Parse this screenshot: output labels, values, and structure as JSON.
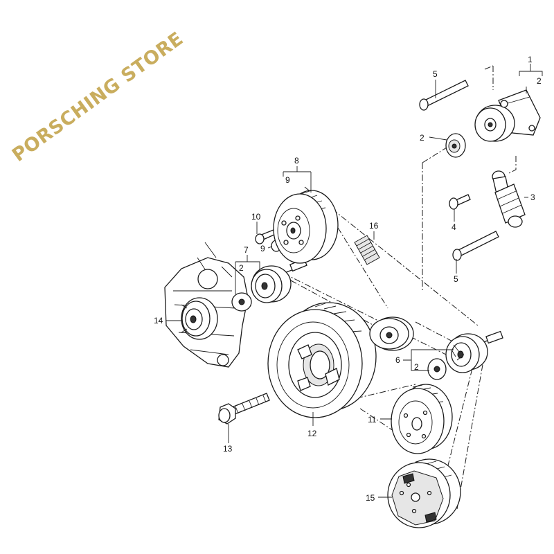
{
  "watermark": "PORSCHING STORE",
  "callouts": {
    "c1": "1",
    "c2a": "2",
    "c5a": "5",
    "c2b": "2",
    "c3": "3",
    "c4": "4",
    "c5b": "5",
    "c8": "8",
    "c9a": "9",
    "c10": "10",
    "c9b": "9",
    "c16": "16",
    "c7": "7",
    "c2c": "2",
    "c14": "14",
    "c6": "6",
    "c2d": "2",
    "c11": "11",
    "c12": "12",
    "c13": "13",
    "c15": "15"
  },
  "colors": {
    "watermark": "#c9ad5e",
    "line": "#1a1a1a"
  }
}
